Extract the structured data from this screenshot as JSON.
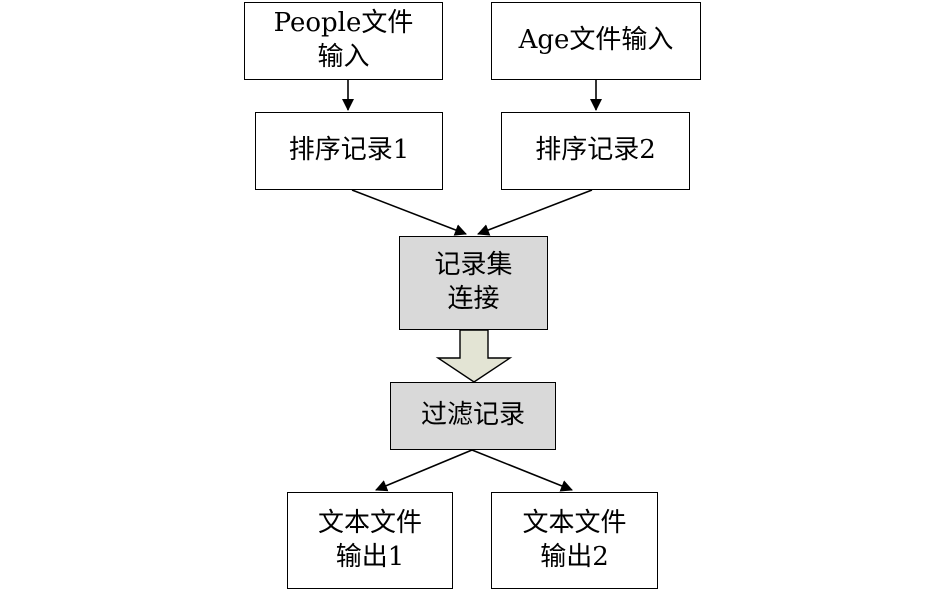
{
  "diagram": {
    "nodes": {
      "people_input": {
        "lines": [
          "People文件",
          "输入"
        ]
      },
      "age_input": {
        "lines": [
          "Age文件输入"
        ]
      },
      "sort1": {
        "lines": [
          "排序记录1"
        ]
      },
      "sort2": {
        "lines": [
          "排序记录2"
        ]
      },
      "join": {
        "lines": [
          "记录集",
          "连接"
        ]
      },
      "filter": {
        "lines": [
          "过滤记录"
        ]
      },
      "output1": {
        "lines": [
          "文本文件",
          "输出1"
        ]
      },
      "output2": {
        "lines": [
          "文本文件",
          "输出2"
        ]
      }
    },
    "edges": [
      {
        "from": "people_input",
        "to": "sort1"
      },
      {
        "from": "age_input",
        "to": "sort2"
      },
      {
        "from": "sort1",
        "to": "join"
      },
      {
        "from": "sort2",
        "to": "join"
      },
      {
        "from": "join",
        "to": "filter",
        "style": "block-arrow"
      },
      {
        "from": "filter",
        "to": "output1"
      },
      {
        "from": "filter",
        "to": "output2"
      }
    ],
    "colors": {
      "process_fill": "#d9d9d9",
      "block_arrow_fill": "#e3e4d4",
      "line": "#000000"
    }
  }
}
